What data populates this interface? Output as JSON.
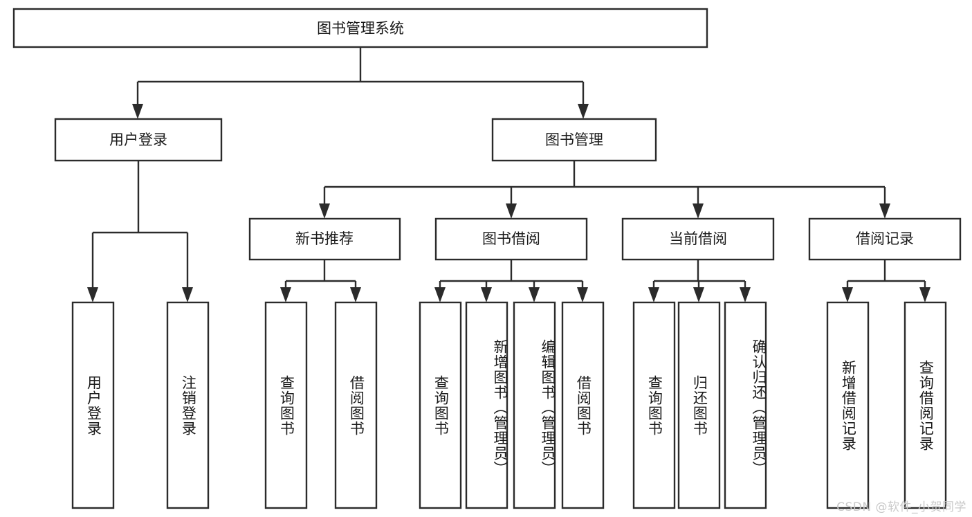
{
  "diagram": {
    "type": "hierarchy-tree",
    "title_node": {
      "label": "图书管理系统"
    },
    "level2": [
      {
        "id": "user-login",
        "label": "用户登录"
      },
      {
        "id": "book-manage",
        "label": "图书管理"
      }
    ],
    "level3": [
      {
        "id": "new-book-recommend",
        "label": "新书推荐",
        "parent": "book-manage"
      },
      {
        "id": "book-borrow",
        "label": "图书借阅",
        "parent": "book-manage"
      },
      {
        "id": "current-borrow",
        "label": "当前借阅",
        "parent": "book-manage"
      },
      {
        "id": "borrow-record",
        "label": "借阅记录",
        "parent": "book-manage"
      }
    ],
    "leaves": {
      "user_login": [
        {
          "id": "leaf-user-login",
          "label": "用户登录"
        },
        {
          "id": "leaf-logout-login",
          "label": "注销登录"
        }
      ],
      "new_book_recommend": [
        {
          "id": "leaf-query-book-1",
          "label": "查询图书"
        },
        {
          "id": "leaf-borrow-book-1",
          "label": "借阅图书"
        }
      ],
      "book_borrow": [
        {
          "id": "leaf-query-book-2",
          "label": "查询图书"
        },
        {
          "id": "leaf-add-book",
          "label": "新增图书（管理员）"
        },
        {
          "id": "leaf-edit-book",
          "label": "编辑图书（管理员）"
        },
        {
          "id": "leaf-borrow-book-2",
          "label": "借阅图书"
        }
      ],
      "current_borrow": [
        {
          "id": "leaf-query-book-3",
          "label": "查询图书"
        },
        {
          "id": "leaf-return-book",
          "label": "归还图书"
        },
        {
          "id": "leaf-confirm-return",
          "label": "确认归还（管理员）"
        }
      ],
      "borrow_record": [
        {
          "id": "leaf-add-record",
          "label": "新增借阅记录"
        },
        {
          "id": "leaf-query-record",
          "label": "查询借阅记录"
        }
      ]
    },
    "colors": {
      "stroke": "#2b2b2b",
      "fill": "#ffffff",
      "text": "#1a1a1a",
      "watermark": "#c9c9c9"
    }
  },
  "watermark": {
    "text": "CSDN @软件_小贺同学"
  }
}
